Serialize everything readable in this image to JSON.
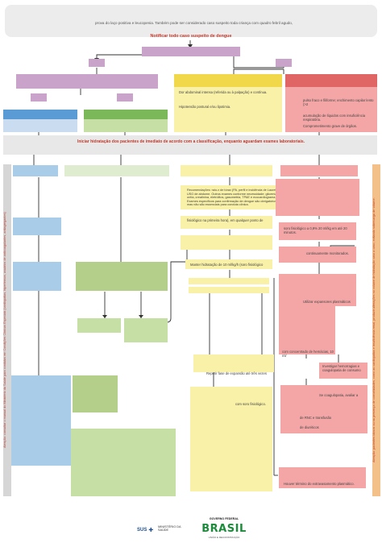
{
  "header": {
    "intro_text": "prova do laço positiva e leucopenia. Também pode ser considerado caso suspeito toda criança com quadro febril agudo,",
    "notify_title": "Notificar todo caso suspeito de dengue"
  },
  "warning_signs": {
    "abdominal_pain": "Dor abdominal intensa (referida ou à palpação) e contínua.",
    "hypotension": "Hipotensão postural e/ou lipotimia."
  },
  "severe_signs": {
    "pulse": "pulso fraco e filiforme; enchimento capilar lento (>2",
    "fluid": "acumulação de líquidos com insuficiência respiratória.",
    "organ": "Comprometimento grave de órgãos."
  },
  "hydration_bar": "Iniciar hidratação dos pacientes de imediato de acordo com a classificação, enquanto aguardam exames laboratoriais.",
  "group_c": {
    "exams": "Recomendações: raio-x de tórax (PA, perfil e incidência de Laurell) e USG de abdome. Outros exames conforme necessidade: glicemia, uréia, creatinina, eletrólitos, gasometria, TPAE e ecocardiograma. Exames específicos para confirmação de dengue são obrigatórios, mas não são essenciais para conduta clínica.",
    "hydration_phase": "fisiológico na primeira hora), em qualquer ponto de",
    "maintenance": "Manter hidratação de 10 ml/kg/h (soro fisiológico",
    "repeat_phase": "Repetir fase de expansão até três vezes",
    "saline": "com soro fisiológico."
  },
  "group_d": {
    "saline_volume": "soro fisiológico a 0,9% 20 ml/kg em até 20 minutos.",
    "monitoring": "continuamente monitorados.",
    "plasma_expanders": "Utilizar expansores plasmáticos",
    "red_cells": "com concentrado de hemácias, 10 ml/",
    "hemorrhage": "Investigar hemorragias e coagulopatia de consumo",
    "platelets": "Se coagulopatia, avaliar a",
    "transfusion": "de RNC e transfusão",
    "diuretics": "de diuréticos",
    "reverse_phase": "Houver término do extravasamento plasmático."
  },
  "side_notes": {
    "left": "Atenção: consultar o manual do Ministério da Saúde para condutas em Condições Clínicas Especiais (cardiopatias, hipertensos, usuários de anticoagulantes, antiagregantes)",
    "right": "Atenção: pacientes idosos ou na presença de comorbidades, como as cardiopatias e insuficiência renal, produzir alterações no volume de hidratação caso a caso, evitando sobrecarga de volume."
  },
  "footer": {
    "sus_label": "SUS",
    "ministry_label": "MINISTÉRIO DA SAÚDE",
    "gov_label": "GOVERNO FEDERAL",
    "brasil_label": "BRASIL",
    "gov_motto": "UNIÃO E RECONSTRUÇÃO"
  },
  "colors": {
    "purple": "#c9a3c9",
    "blue": "#5b9bd5",
    "light_blue": "#a9cce8",
    "green": "#b4cf8a",
    "light_green": "#c5dfa5",
    "yellow": "#f5e67a",
    "light_yellow": "#f9f1a8",
    "red": "#e06666",
    "pink": "#f4a6a6",
    "orange": "#f3c08a",
    "grey": "#e8e8e8"
  }
}
